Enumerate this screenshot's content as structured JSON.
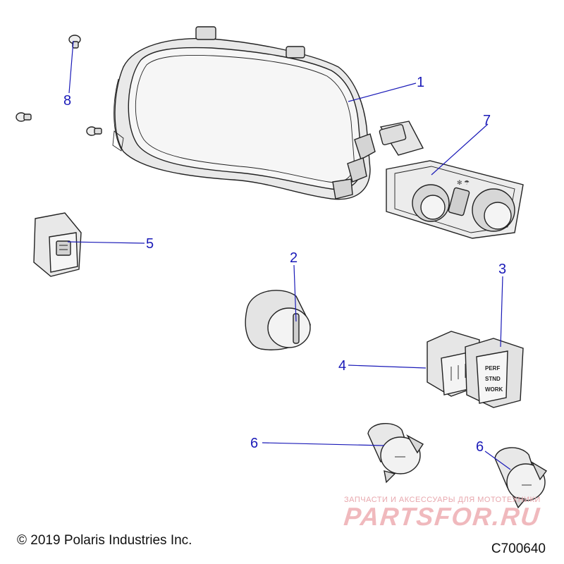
{
  "callouts": [
    {
      "id": "1",
      "label": "1"
    },
    {
      "id": "2",
      "label": "2"
    },
    {
      "id": "3",
      "label": "3"
    },
    {
      "id": "4",
      "label": "4"
    },
    {
      "id": "5",
      "label": "5"
    },
    {
      "id": "6a",
      "label": "6"
    },
    {
      "id": "6b",
      "label": "6"
    },
    {
      "id": "7",
      "label": "7"
    },
    {
      "id": "8",
      "label": "8"
    }
  ],
  "switch_labels": {
    "perf": "PERF",
    "stnd": "STND",
    "work": "WORK"
  },
  "copyright": "© 2019 Polaris Industries Inc.",
  "diagram_code": "C700640",
  "watermark": {
    "subtitle": "ЗАПЧАСТИ И АКСЕССУАРЫ ДЛЯ МОТОТЕХНИКИ",
    "brand": "PARTSFOR.RU"
  },
  "colors": {
    "callout": "#1a1ab8",
    "line_art": "#222222",
    "watermark": "#f0b9bd"
  }
}
